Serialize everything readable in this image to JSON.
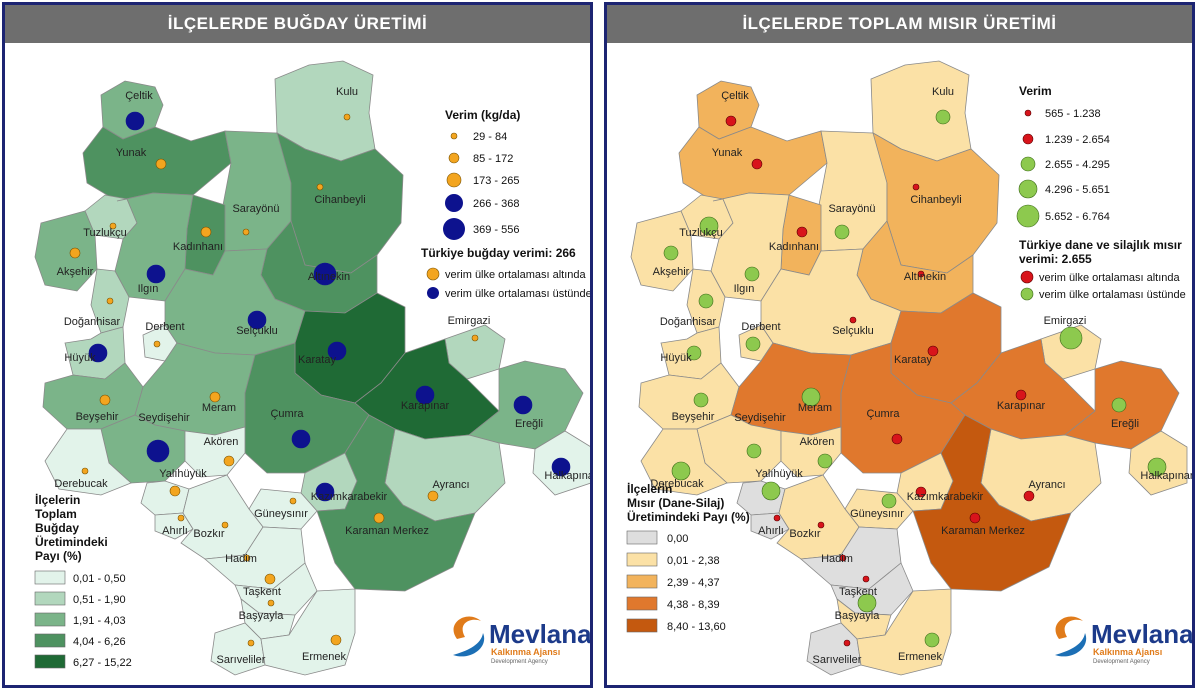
{
  "left": {
    "title": "İLÇELERDE BUĞDAY ÜRETİMİ",
    "verim_title": "Verim (kg/da)",
    "verim_classes": [
      "29 - 84",
      "85 - 172",
      "173 - 265",
      "266 - 368",
      "369 - 556"
    ],
    "national_label": "Türkiye buğday verimi: 266",
    "below_label": "verim ülke ortalaması altında",
    "above_label": "verim ülke ortalaması üstünde",
    "share_title": [
      "İlçelerin",
      "Toplam",
      "Buğday",
      "Üretimindeki",
      "Payı (%)"
    ],
    "share_classes": [
      "0,01 - 0,50",
      "0,51 - 1,90",
      "1,91 - 4,03",
      "4,04 - 6,26",
      "6,27 - 15,22"
    ],
    "colors": {
      "below": "#f3a51f",
      "above": "#0d128e",
      "fills": [
        "#e2f3ea",
        "#b2d7bd",
        "#7bb489",
        "#4e9260",
        "#1f6a35"
      ]
    }
  },
  "right": {
    "title": "İLÇELERDE TOPLAM MISIR ÜRETİMİ",
    "verim_title": "Verim",
    "verim_classes": [
      "565 - 1.238",
      "1.239 - 2.654",
      "2.655 - 4.295",
      "4.296 - 5.651",
      "5.652 - 6.764"
    ],
    "national_label_1": "Türkiye dane ve silajlık mısır",
    "national_label_2": "verimi: 2.655",
    "below_label": "verim ülke ortalaması altında",
    "above_label": "verim ülke ortalaması üstünde",
    "share_title": [
      "İlçelerin",
      "Mısır (Dane-Silaj)",
      "Üretimindeki Payı (%)"
    ],
    "share_classes": [
      "0,00",
      "0,01 - 2,38",
      "2,39 - 4,37",
      "4,38 - 8,39",
      "8,40 - 13,60"
    ],
    "colors": {
      "below": "#d8141b",
      "above": "#8dc94e",
      "fills": [
        "#dedede",
        "#fbe1a6",
        "#f2b35c",
        "#e0782d",
        "#c4590f"
      ]
    }
  },
  "logo": {
    "name": "Mevlana",
    "sub": "Kalkınma Ajansı",
    "sub2": "Development Agency"
  },
  "districts": [
    {
      "name": "Çeltik",
      "wc": 2,
      "ws": 3,
      "wv": 1,
      "mc": 2,
      "ms": 1,
      "mv": 0
    },
    {
      "name": "Kulu",
      "wc": 1,
      "ws": 0,
      "wv": 0,
      "mc": 1,
      "ms": 2,
      "mv": 1
    },
    {
      "name": "Yunak",
      "wc": 3,
      "ws": 1,
      "wv": 0,
      "mc": 2,
      "ms": 1,
      "mv": 0
    },
    {
      "name": "Sarayönü",
      "wc": 2,
      "ws": 0,
      "wv": 0,
      "mc": 1,
      "ms": 2,
      "mv": 1
    },
    {
      "name": "Cihanbeyli",
      "wc": 3,
      "ws": 0,
      "wv": 0,
      "mc": 2,
      "ms": 0,
      "mv": 0
    },
    {
      "name": "Tuzlukçu",
      "wc": 1,
      "ws": 0,
      "wv": 0,
      "mc": 1,
      "ms": 3,
      "mv": 1
    },
    {
      "name": "Kadınhanı",
      "wc": 3,
      "ws": 1,
      "wv": 0,
      "mc": 2,
      "ms": 1,
      "mv": 0
    },
    {
      "name": "Akşehir",
      "wc": 2,
      "ws": 1,
      "wv": 0,
      "mc": 1,
      "ms": 2,
      "mv": 1
    },
    {
      "name": "Ilgın",
      "wc": 2,
      "ws": 3,
      "wv": 1,
      "mc": 1,
      "ms": 2,
      "mv": 1
    },
    {
      "name": "Altınekin",
      "wc": 3,
      "ws": 4,
      "wv": 1,
      "mc": 2,
      "ms": 0,
      "mv": 0
    },
    {
      "name": "Doğanhisar",
      "wc": 1,
      "ws": 0,
      "wv": 0,
      "mc": 1,
      "ms": 2,
      "mv": 1
    },
    {
      "name": "Derbent",
      "wc": 0,
      "ws": 0,
      "wv": 0,
      "mc": 1,
      "ms": 2,
      "mv": 1
    },
    {
      "name": "Selçuklu",
      "wc": 2,
      "ws": 3,
      "wv": 1,
      "mc": 1,
      "ms": 0,
      "mv": 0
    },
    {
      "name": "Emirgazi",
      "wc": 1,
      "ws": 0,
      "wv": 0,
      "mc": 1,
      "ms": 4,
      "mv": 1
    },
    {
      "name": "Hüyük",
      "wc": 1,
      "ws": 3,
      "wv": 1,
      "mc": 1,
      "ms": 2,
      "mv": 1
    },
    {
      "name": "Karatay",
      "wc": 4,
      "ws": 3,
      "wv": 1,
      "mc": 3,
      "ms": 1,
      "mv": 0
    },
    {
      "name": "Karapınar",
      "wc": 4,
      "ws": 3,
      "wv": 1,
      "mc": 3,
      "ms": 1,
      "mv": 0
    },
    {
      "name": "Beyşehir",
      "wc": 2,
      "ws": 1,
      "wv": 0,
      "mc": 1,
      "ms": 2,
      "mv": 1
    },
    {
      "name": "Meram",
      "wc": 2,
      "ws": 1,
      "wv": 0,
      "mc": 3,
      "ms": 3,
      "mv": 1
    },
    {
      "name": "Ereğli",
      "wc": 2,
      "ws": 3,
      "wv": 1,
      "mc": 3,
      "ms": 2,
      "mv": 1
    },
    {
      "name": "Seydişehir",
      "wc": 2,
      "ws": 4,
      "wv": 1,
      "mc": 1,
      "ms": 2,
      "mv": 1
    },
    {
      "name": "Çumra",
      "wc": 3,
      "ws": 3,
      "wv": 1,
      "mc": 3,
      "ms": 1,
      "mv": 0
    },
    {
      "name": "Akören",
      "wc": 0,
      "ws": 1,
      "wv": 0,
      "mc": 1,
      "ms": 2,
      "mv": 1
    },
    {
      "name": "Derebucak",
      "wc": 0,
      "ws": 0,
      "wv": 0,
      "mc": 1,
      "ms": 3,
      "mv": 1
    },
    {
      "name": "Ayrancı",
      "wc": 1,
      "ws": 1,
      "wv": 0,
      "mc": 1,
      "ms": 1,
      "mv": 0
    },
    {
      "name": "Halkapınar",
      "wc": 0,
      "ws": 3,
      "wv": 1,
      "mc": 1,
      "ms": 3,
      "mv": 1
    },
    {
      "name": "Yalıhüyük",
      "wc": 0,
      "ws": 1,
      "wv": 0,
      "mc": 0,
      "ms": 3,
      "mv": 1
    },
    {
      "name": "Ahırlı",
      "wc": 0,
      "ws": 0,
      "wv": 0,
      "mc": 0,
      "ms": 0,
      "mv": 0
    },
    {
      "name": "Kazımkarabekir",
      "wc": 1,
      "ws": 3,
      "wv": 1,
      "mc": 1,
      "ms": 1,
      "mv": 0
    },
    {
      "name": "Güneysınır",
      "wc": 0,
      "ws": 0,
      "wv": 0,
      "mc": 1,
      "ms": 2,
      "mv": 1
    },
    {
      "name": "Bozkır",
      "wc": 0,
      "ws": 0,
      "wv": 0,
      "mc": 1,
      "ms": 0,
      "mv": 0
    },
    {
      "name": "Karaman Merkez",
      "wc": 3,
      "ws": 1,
      "wv": 0,
      "mc": 4,
      "ms": 1,
      "mv": 0
    },
    {
      "name": "Hadim",
      "wc": 0,
      "ws": 0,
      "wv": 0,
      "mc": 0,
      "ms": 0,
      "mv": 0
    },
    {
      "name": "Taşkent",
      "wc": 0,
      "ws": 1,
      "wv": 0,
      "mc": 0,
      "ms": 0,
      "mv": 0
    },
    {
      "name": "Başyayla",
      "wc": 0,
      "ws": 0,
      "wv": 0,
      "mc": 1,
      "ms": 3,
      "mv": 1
    },
    {
      "name": "Sarıveliler",
      "wc": 0,
      "ws": 0,
      "wv": 0,
      "mc": 0,
      "ms": 0,
      "mv": 0
    },
    {
      "name": "Ermenek",
      "wc": 0,
      "ws": 1,
      "wv": 0,
      "mc": 1,
      "ms": 2,
      "mv": 1
    }
  ]
}
